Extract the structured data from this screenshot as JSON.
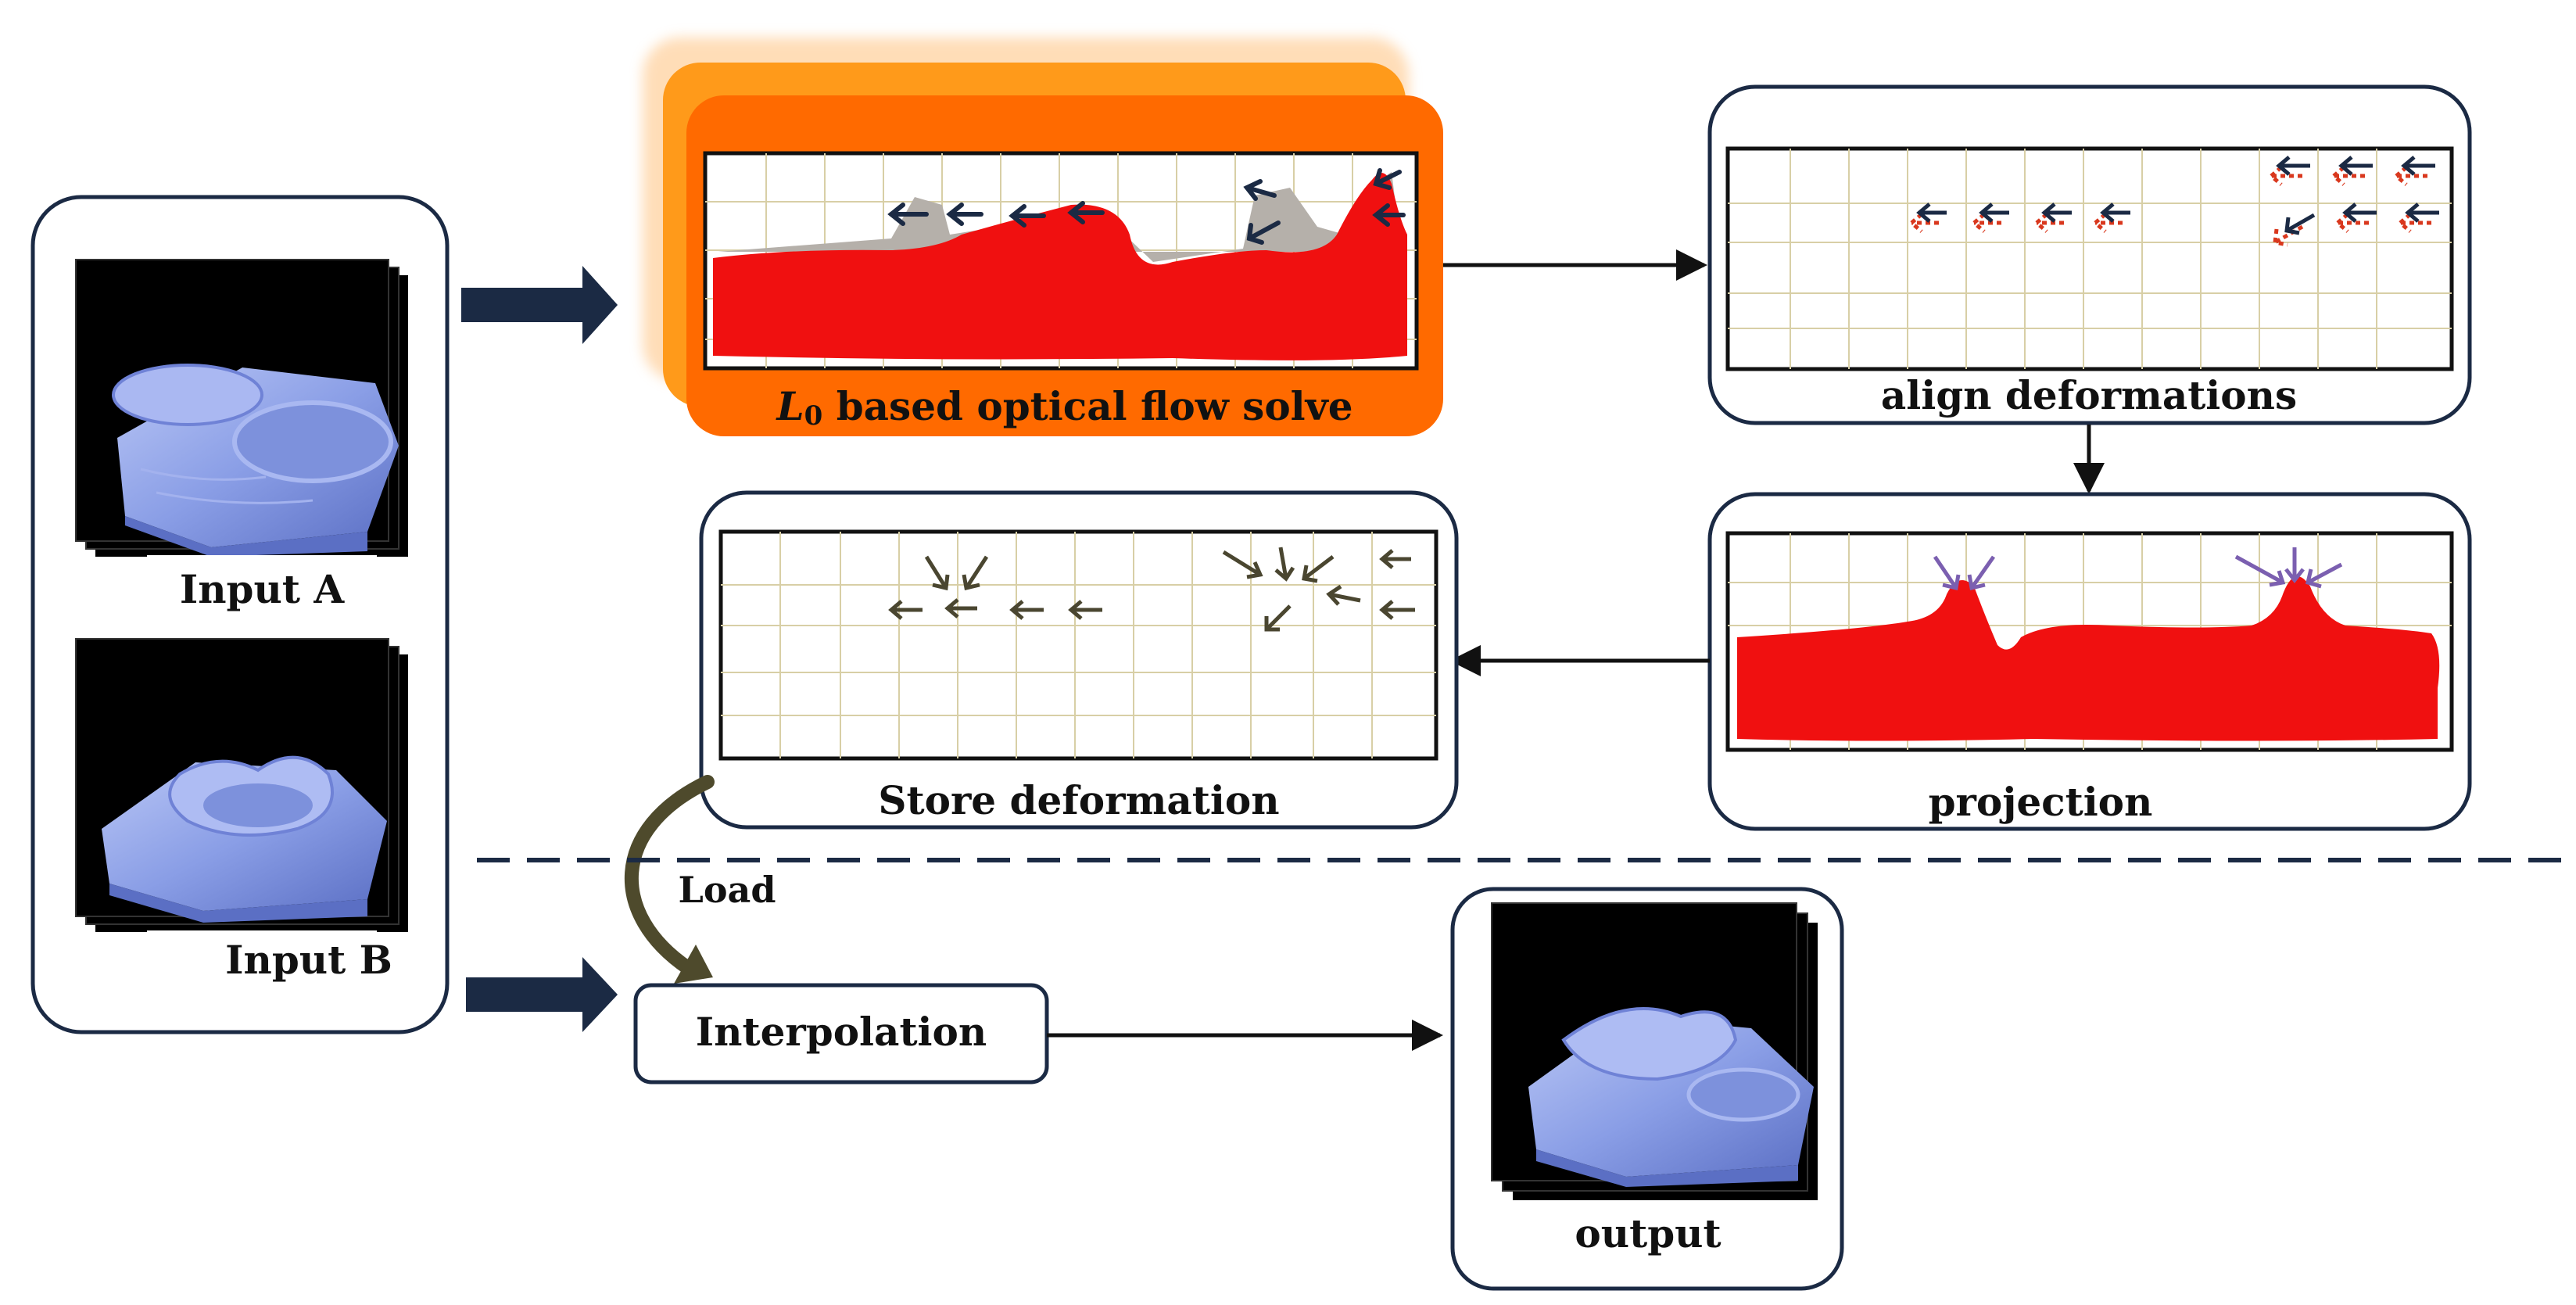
{
  "labels": {
    "input_a": "Input A",
    "input_b": "Input B",
    "optical_flow_var": "L",
    "optical_flow_sub": "0",
    "optical_flow_rest": " based optical flow solve",
    "align": "align deformations",
    "projection": "projection",
    "store": "Store deformation",
    "load": "Load",
    "interpolation": "Interpolation",
    "output": "output"
  },
  "colors": {
    "box_stroke": "#1b2a44",
    "big_arrow": "#1b2a44",
    "orange_light": "#ffb870",
    "orange_mid": "#ff9a1a",
    "orange_dark": "#ff6a00",
    "fluid_red": "#f01010",
    "grid_line": "#d8cfa6",
    "arrow_dark": "#1b2a44",
    "arrow_red": "#d9381e",
    "arrow_purple": "#7b5fb0",
    "arrow_olive": "#4a4630",
    "load_arrow": "#4e4a2c",
    "surface_blue": "#8a9ee6"
  }
}
